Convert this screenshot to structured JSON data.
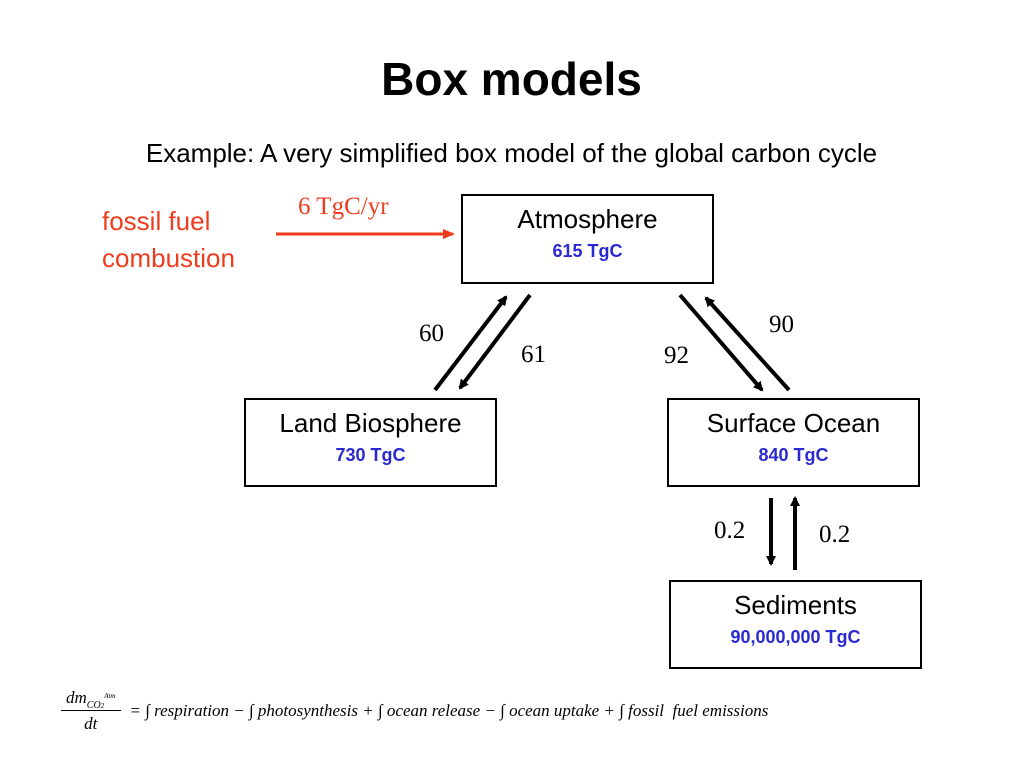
{
  "title": "Box models",
  "subtitle": "Example: A very simplified box model of the global carbon cycle",
  "source": {
    "label_line1": "fossil fuel",
    "label_line2": "combustion",
    "rate": "6 TgC/yr",
    "color": "#f03c1e"
  },
  "boxes": {
    "atmosphere": {
      "name": "Atmosphere",
      "amount": "615 TgC"
    },
    "land": {
      "name": "Land Biosphere",
      "amount": "730 TgC"
    },
    "ocean": {
      "name": "Surface Ocean",
      "amount": "840 TgC"
    },
    "sediments": {
      "name": "Sediments",
      "amount": "90,000,000 TgC"
    }
  },
  "amount_color": "#2a2ad0",
  "fluxes": {
    "land_to_atm": "60",
    "atm_to_land": "61",
    "ocean_to_atm": "90",
    "atm_to_ocean": "92",
    "ocean_to_sed": "0.2",
    "sed_to_ocean": "0.2"
  },
  "equation": {
    "lhs_numerator": "dm",
    "lhs_sub": "CO",
    "lhs_sub2": "2",
    "lhs_sup": "Atm",
    "lhs_denominator": "dt",
    "rhs": "= ∫ respiration − ∫ photosynthesis + ∫ ocean release − ∫ ocean uptake + ∫ fossil  fuel emissions"
  }
}
